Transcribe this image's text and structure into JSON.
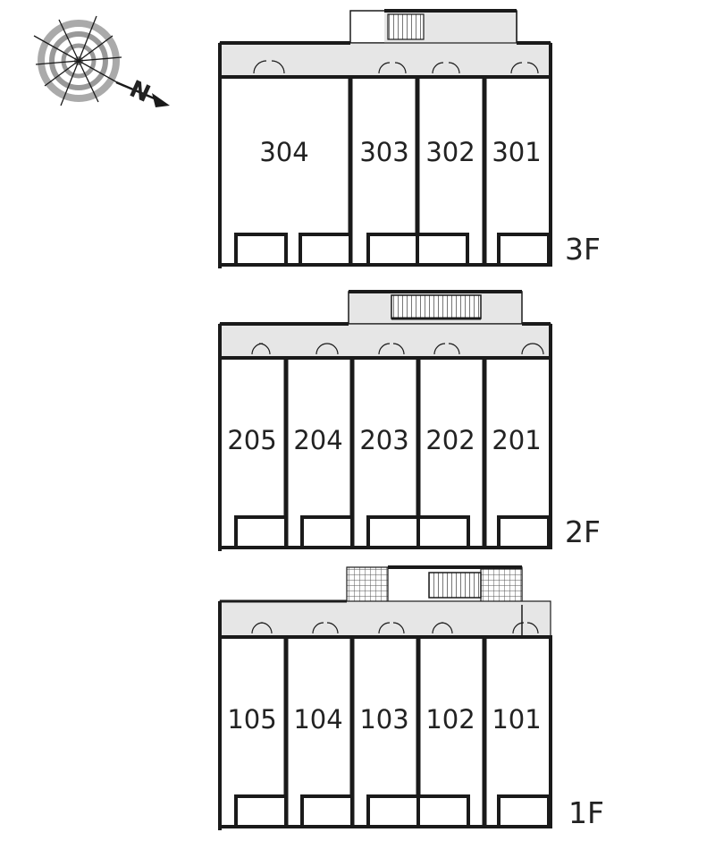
{
  "compass": {
    "north_label": "N",
    "icon": "compass-icon"
  },
  "colors": {
    "corridor": "#e6e6e6",
    "wall": "#1a1a1a",
    "grid_tile": "#555555"
  },
  "floors": [
    {
      "label": "3F",
      "units": [
        "304",
        "303",
        "302",
        "301"
      ]
    },
    {
      "label": "2F",
      "units": [
        "205",
        "204",
        "203",
        "202",
        "201"
      ]
    },
    {
      "label": "1F",
      "units": [
        "105",
        "104",
        "103",
        "102",
        "101"
      ]
    }
  ]
}
